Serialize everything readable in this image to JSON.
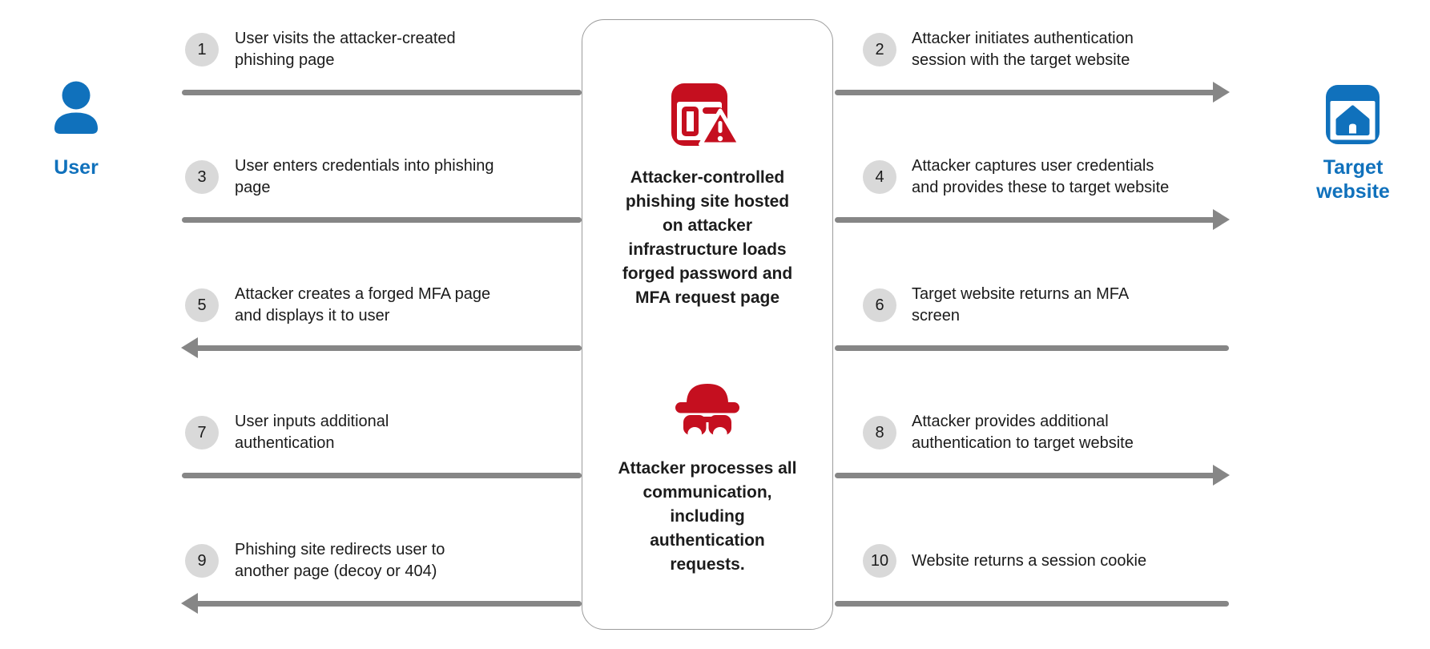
{
  "entities": {
    "user": {
      "label": "User",
      "icon": "user-person-icon"
    },
    "target": {
      "label": "Target website",
      "label_lines": [
        "Target",
        "website"
      ],
      "icon": "website-home-icon"
    }
  },
  "center_box": {
    "phishing_icon": "phishing-page-warning-icon",
    "block1_text": "Attacker-controlled phishing site hosted on attacker infrastructure loads forged password and MFA request page",
    "block1_lines": [
      "Attacker-controlled",
      "phishing site hosted",
      "on attacker",
      "infrastructure loads",
      "forged password and",
      "MFA request page"
    ],
    "attacker_icon": "attacker-incognito-icon",
    "block2_text": "Attacker processes all communication, including authentication requests.",
    "block2_lines": [
      "Attacker processes all",
      "communication,",
      "including",
      "authentication",
      "requests."
    ]
  },
  "steps_left": [
    {
      "num": "1",
      "text": "User visits the attacker-created phishing page",
      "lines": [
        "User visits the attacker-created",
        "phishing page"
      ],
      "direction": "right"
    },
    {
      "num": "3",
      "text": "User enters credentials into phishing page",
      "lines": [
        "User enters credentials into phishing",
        "page"
      ],
      "direction": "right"
    },
    {
      "num": "5",
      "text": "Attacker creates a forged MFA page and displays it to user",
      "lines": [
        "Attacker creates a forged MFA page",
        "and displays it to user"
      ],
      "direction": "left"
    },
    {
      "num": "7",
      "text": "User inputs additional authentication",
      "lines": [
        "User inputs additional",
        "authentication"
      ],
      "direction": "right"
    },
    {
      "num": "9",
      "text": "Phishing site redirects user to another page (decoy or 404)",
      "lines": [
        "Phishing site redirects user to",
        "another page (decoy or 404)"
      ],
      "direction": "left"
    }
  ],
  "steps_right": [
    {
      "num": "2",
      "text": "Attacker initiates authentication session with the target website",
      "lines": [
        "Attacker initiates authentication",
        "session with the target website"
      ],
      "direction": "right"
    },
    {
      "num": "4",
      "text": "Attacker captures user credentials and provides these to target website",
      "lines": [
        "Attacker captures user credentials",
        "and provides these to target website"
      ],
      "direction": "right"
    },
    {
      "num": "6",
      "text": "Target website returns an MFA screen",
      "lines": [
        "Target website returns an MFA",
        "screen"
      ],
      "direction": "left"
    },
    {
      "num": "8",
      "text": "Attacker provides additional authentication to target website",
      "lines": [
        "Attacker provides additional",
        "authentication to target website"
      ],
      "direction": "right"
    },
    {
      "num": "10",
      "text": "Website returns a session cookie",
      "lines": [
        "Website returns a session cookie"
      ],
      "direction": "left"
    }
  ],
  "colors": {
    "accent_blue": "#1071BC",
    "alert_red": "#C50F1F",
    "arrow_gray": "#868686",
    "badge_gray": "#D9D9D9",
    "text": "#1C1C1C",
    "box_border": "#9C9C9C"
  }
}
